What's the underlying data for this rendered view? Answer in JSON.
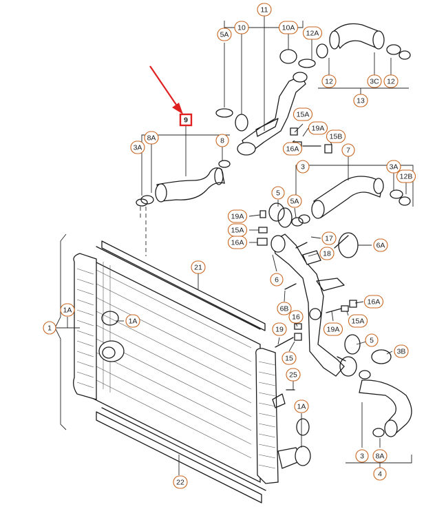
{
  "diagram": {
    "highlight_color": "#e02020",
    "callout_color": "#c8641e",
    "highlighted_part": "9",
    "callouts": [
      {
        "id": "c11",
        "label": "11"
      },
      {
        "id": "c5A_top",
        "label": "5A"
      },
      {
        "id": "c10",
        "label": "10"
      },
      {
        "id": "c10A",
        "label": "10A"
      },
      {
        "id": "c12A",
        "label": "12A"
      },
      {
        "id": "c12_a",
        "label": "12"
      },
      {
        "id": "c3C",
        "label": "3C"
      },
      {
        "id": "c12_b",
        "label": "12"
      },
      {
        "id": "c13",
        "label": "13"
      },
      {
        "id": "c9",
        "label": "9"
      },
      {
        "id": "c8A_top",
        "label": "8A"
      },
      {
        "id": "c3A_left",
        "label": "3A"
      },
      {
        "id": "c8",
        "label": "8"
      },
      {
        "id": "c15A_top",
        "label": "15A"
      },
      {
        "id": "c19A_top",
        "label": "19A"
      },
      {
        "id": "c15B",
        "label": "15B"
      },
      {
        "id": "c16A_top",
        "label": "16A"
      },
      {
        "id": "c7",
        "label": "7"
      },
      {
        "id": "c3_mid",
        "label": "3"
      },
      {
        "id": "c3A_right",
        "label": "3A"
      },
      {
        "id": "c12B",
        "label": "12B"
      },
      {
        "id": "c5_mid",
        "label": "5"
      },
      {
        "id": "c5A_mid",
        "label": "5A"
      },
      {
        "id": "c19A_left",
        "label": "19A"
      },
      {
        "id": "c15A_left",
        "label": "15A"
      },
      {
        "id": "c16A_left",
        "label": "16A"
      },
      {
        "id": "c17",
        "label": "17"
      },
      {
        "id": "c6A",
        "label": "6A"
      },
      {
        "id": "c18",
        "label": "18"
      },
      {
        "id": "c21",
        "label": "21"
      },
      {
        "id": "c6",
        "label": "6"
      },
      {
        "id": "c6B",
        "label": "6B"
      },
      {
        "id": "c16A_right",
        "label": "16A"
      },
      {
        "id": "c1A_left",
        "label": "1A"
      },
      {
        "id": "c1A_inner",
        "label": "1A"
      },
      {
        "id": "c1",
        "label": "1"
      },
      {
        "id": "c16",
        "label": "16"
      },
      {
        "id": "c15A_right",
        "label": "15A"
      },
      {
        "id": "c19",
        "label": "19"
      },
      {
        "id": "c19A_right",
        "label": "19A"
      },
      {
        "id": "c5_low",
        "label": "5"
      },
      {
        "id": "c3B",
        "label": "3B"
      },
      {
        "id": "c15",
        "label": "15"
      },
      {
        "id": "c25",
        "label": "25"
      },
      {
        "id": "c1A_low",
        "label": "1A"
      },
      {
        "id": "c3_low",
        "label": "3"
      },
      {
        "id": "c8A_low",
        "label": "8A"
      },
      {
        "id": "c4",
        "label": "4"
      },
      {
        "id": "c22",
        "label": "22"
      }
    ]
  }
}
